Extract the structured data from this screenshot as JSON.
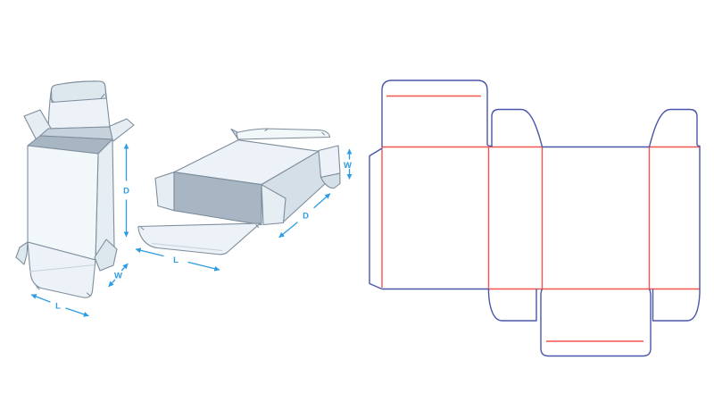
{
  "colors": {
    "background": "#ffffff",
    "cut_line": "#4a55a8",
    "crease_line": "#f2544f",
    "outline": "#7d8d9c",
    "dimension": "#2d9ce3",
    "fill_lightest": "#f2f7fa",
    "fill_light": "#ecf2f7",
    "fill_soft": "#e6eef4",
    "fill_mid": "#dde7ee",
    "fill_panel": "#d5dfe8",
    "fill_shade": "#c5d1db",
    "fill_interior": "#a8b6c3"
  },
  "standing_box": {
    "labels": {
      "depth": "D",
      "width": "W",
      "length": "L"
    }
  },
  "open_box": {
    "labels": {
      "width": "W",
      "depth": "D",
      "length": "L"
    }
  }
}
